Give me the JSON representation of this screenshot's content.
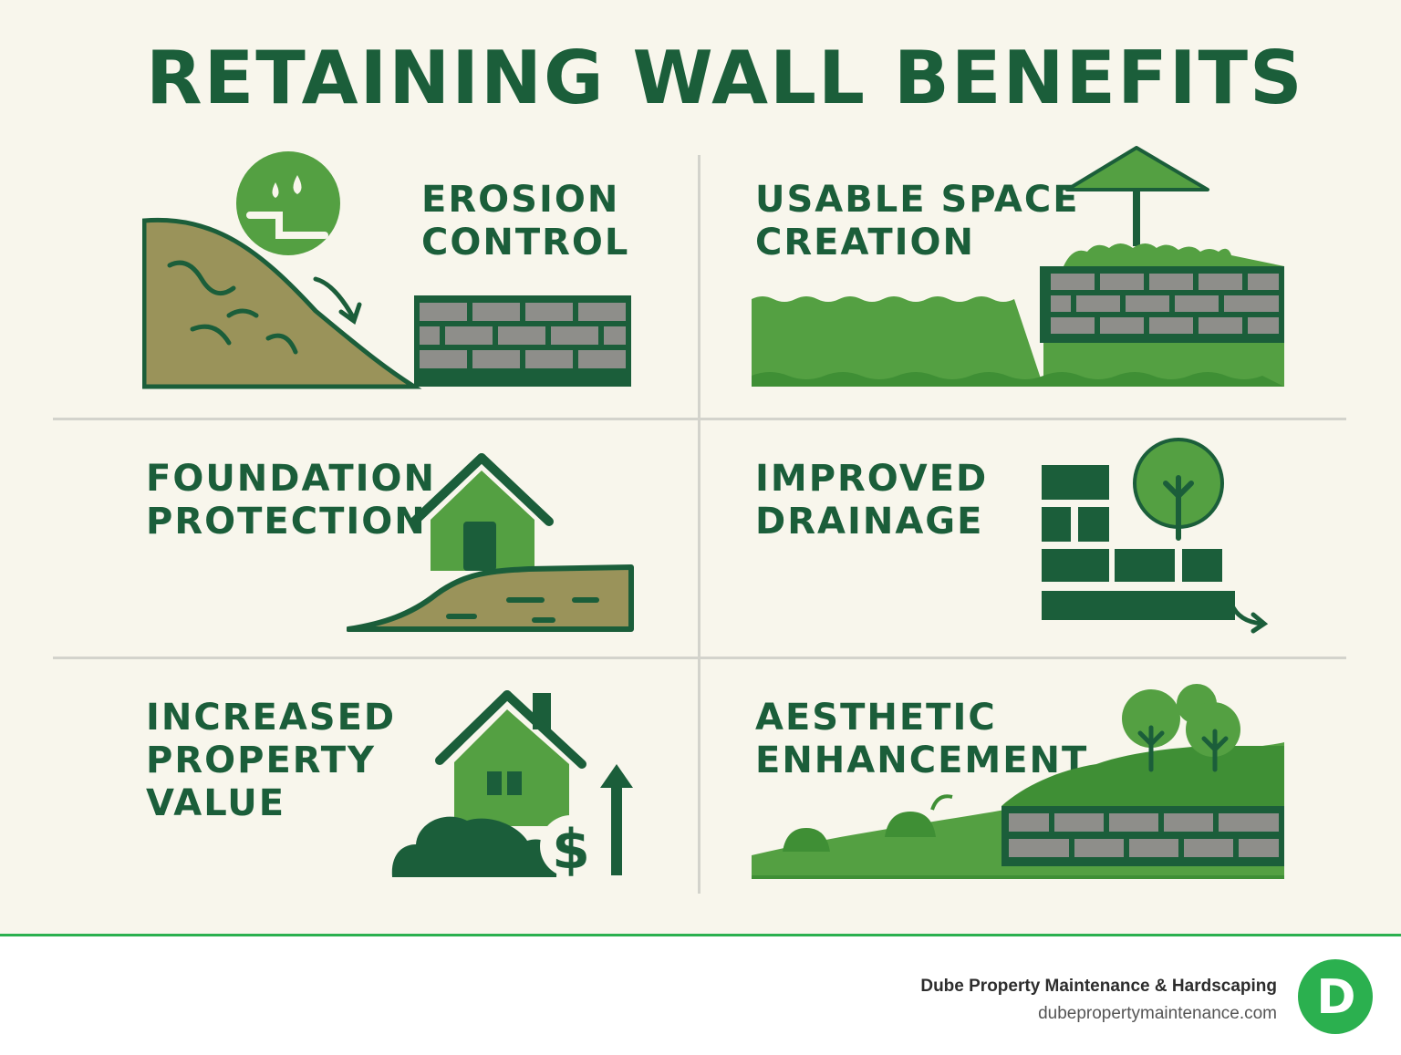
{
  "title": "RETAINING WALL BENEFITS",
  "benefits": [
    {
      "line1": "EROSION",
      "line2": "CONTROL",
      "icon": "erosion-slope-wall-icon"
    },
    {
      "line1": "USABLE SPACE",
      "line2": "CREATION",
      "icon": "umbrella-terrace-icon"
    },
    {
      "line1": "FOUNDATION",
      "line2": "PROTECTION",
      "icon": "house-on-slope-icon"
    },
    {
      "line1": "IMPROVED",
      "line2": "DRAINAGE",
      "icon": "block-wall-tree-icon"
    },
    {
      "line1": "INCREASED",
      "line2": "PROPERTY",
      "line3": "VALUE",
      "icon": "house-dollar-icon"
    },
    {
      "line1": "AESTHETIC",
      "line2": "ENHANCEMENT",
      "icon": "landscape-wall-icon"
    }
  ],
  "footer": {
    "company": "Dube Property Maintenance & Hardscaping",
    "website": "dubepropertymaintenance.com",
    "logo_letter": "D"
  },
  "colors": {
    "dark_green": "#1b5e3a",
    "mid_green": "#54a042",
    "soil": "#9a935a",
    "stone": "#8e8e8a",
    "accent": "#2bb04f",
    "background": "#f8f6ec"
  }
}
